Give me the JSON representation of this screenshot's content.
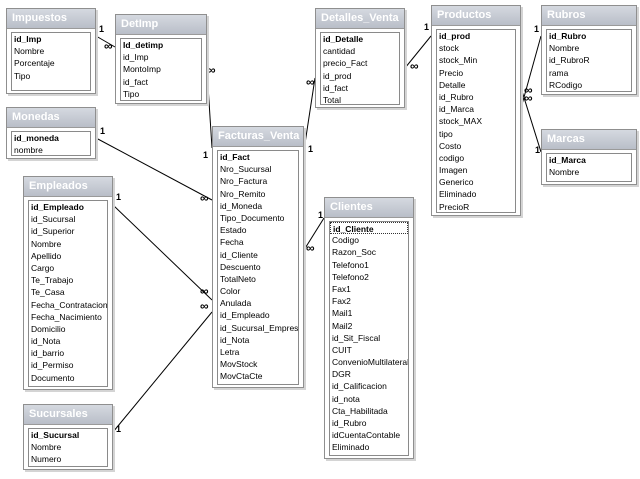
{
  "tables": {
    "impuestos": {
      "title": "Impuestos",
      "fields": [
        "id_Imp",
        "Nombre",
        "Porcentaje",
        "Tipo"
      ]
    },
    "detimp": {
      "title": "DetImp",
      "fields": [
        "Id_detimp",
        "id_Imp",
        "MontoImp",
        "id_fact",
        "Tipo"
      ]
    },
    "detalles_venta": {
      "title": "Detalles_Venta",
      "fields": [
        "id_Detalle",
        "cantidad",
        "precio_Fact",
        "id_prod",
        "id_fact",
        "Total"
      ]
    },
    "productos": {
      "title": "Productos",
      "fields": [
        "id_prod",
        "stock",
        "stock_Min",
        "Precio",
        "Detalle",
        "id_Rubro",
        "id_Marca",
        "stock_MAX",
        "tipo",
        "Costo",
        "codigo",
        "Imagen",
        "Generico",
        "Eliminado",
        "PrecioR"
      ]
    },
    "rubros": {
      "title": "Rubros",
      "fields": [
        "id_Rubro",
        "Nombre",
        "id_RubroR",
        "rama",
        "RCodigo"
      ]
    },
    "marcas": {
      "title": "Marcas",
      "fields": [
        "id_Marca",
        "Nombre"
      ]
    },
    "monedas": {
      "title": "Monedas",
      "fields": [
        "id_moneda",
        "nombre"
      ]
    },
    "facturas_venta": {
      "title": "Facturas_Venta",
      "fields": [
        "id_Fact",
        "Nro_Sucursal",
        "Nro_Factura",
        "Nro_Remito",
        "id_Moneda",
        "Tipo_Documento",
        "Estado",
        "Fecha",
        "id_Cliente",
        "Descuento",
        "TotalNeto",
        "Color",
        "Anulada",
        "id_Empleado",
        "id_Sucursal_Empresa",
        "id_Nota",
        "Letra",
        "MovStock",
        "MovCtaCte"
      ]
    },
    "empleados": {
      "title": "Empleados",
      "fields": [
        "id_Empleado",
        "id_Sucursal",
        "id_Superior",
        "Nombre",
        "Apellido",
        "Cargo",
        "Te_Trabajo",
        "Te_Casa",
        "Fecha_Contratacion",
        "Fecha_Nacimiento",
        "Domicilio",
        "id_Nota",
        "id_barrio",
        "id_Permiso",
        "Documento"
      ]
    },
    "clientes": {
      "title": "Clientes",
      "fields": [
        "id_Cliente",
        "Codigo",
        "Razon_Soc",
        "Telefono1",
        "Telefono2",
        "Fax1",
        "Fax2",
        "Mail1",
        "Mail2",
        "id_Sit_Fiscal",
        "CUIT",
        "ConvenioMultilateral",
        "DGR",
        "id_Calificacion",
        "id_nota",
        "Cta_Habilitada",
        "id_Rubro",
        "idCuentaContable",
        "Eliminado"
      ]
    },
    "sucursales": {
      "title": "Sucursales",
      "fields": [
        "id_Sucursal",
        "Nombre",
        "Numero"
      ]
    }
  },
  "cardinality": {
    "one": "1",
    "many": "∞"
  },
  "relations": [
    {
      "from": "impuestos",
      "to": "detimp",
      "one_end": "impuestos",
      "many_end": "detimp"
    },
    {
      "from": "detimp",
      "to": "facturas_venta",
      "one_end": "facturas_venta",
      "many_end": "detimp"
    },
    {
      "from": "detalles_venta",
      "to": "facturas_venta",
      "one_end": "facturas_venta",
      "many_end": "detalles_venta"
    },
    {
      "from": "productos",
      "to": "detalles_venta",
      "one_end": "productos",
      "many_end": "detalles_venta"
    },
    {
      "from": "rubros",
      "to": "productos",
      "one_end": "rubros",
      "many_end": "productos"
    },
    {
      "from": "marcas",
      "to": "productos",
      "one_end": "marcas",
      "many_end": "productos"
    },
    {
      "from": "monedas",
      "to": "facturas_venta",
      "one_end": "monedas",
      "many_end": "facturas_venta"
    },
    {
      "from": "empleados",
      "to": "facturas_venta",
      "one_end": "empleados",
      "many_end": "facturas_venta"
    },
    {
      "from": "clientes",
      "to": "facturas_venta",
      "one_end": "clientes",
      "many_end": "facturas_venta"
    },
    {
      "from": "sucursales",
      "to": "facturas_venta",
      "one_end": "sucursales",
      "many_end": "facturas_venta"
    }
  ]
}
